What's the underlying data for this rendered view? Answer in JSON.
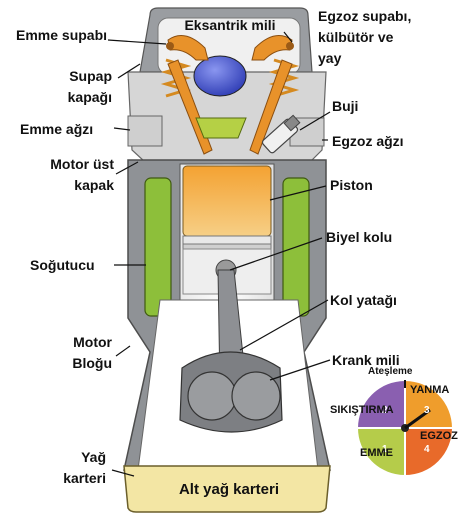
{
  "labels": {
    "emme_supabi": "Emme supabı",
    "eksantrik_mili": "Eksantrik mili",
    "egzoz_supabi_1": "Egzoz supabı,",
    "egzoz_supabi_2": "külbütör ve",
    "egzoz_supabi_3": "yay",
    "supap_kapagi_1": "Supap",
    "supap_kapagi_2": "kapağı",
    "buji": "Buji",
    "emme_agzi": "Emme ağzı",
    "egzoz_agzi": "Egzoz ağzı",
    "motor_ust_kapak_1": "Motor üst",
    "motor_ust_kapak_2": "kapak",
    "piston": "Piston",
    "sogutucu": "Soğutucu",
    "biyel_kolu": "Biyel kolu",
    "kol_yatagi": "Kol yatağı",
    "motor_blogu_1": "Motor",
    "motor_blogu_2": "Bloğu",
    "krank_mili": "Krank mili",
    "yag_karteri_1": "Yağ",
    "yag_karteri_2": "karteri",
    "alt_yag_karteri": "Alt yağ karteri"
  },
  "cycle": {
    "atesleme": "Ateşleme",
    "yanma": "YANMA",
    "sikistirma": "SIKIŞTIRMA",
    "egzoz": "EGZOZ",
    "emme": "EMME",
    "colors": {
      "emme": "#b5cc4a",
      "sikistirma": "#8a5fb0",
      "yanma": "#ef9d2c",
      "egzoz": "#e86a2a"
    }
  },
  "colors": {
    "block": "#8c8f93",
    "head": "#d8d8d8",
    "coolant": "#8dbf3a",
    "valve_gear": "#e8922a",
    "cam": "#4b5bd0",
    "piston_top": "#f5a533",
    "oil": "#f3e6a4"
  }
}
